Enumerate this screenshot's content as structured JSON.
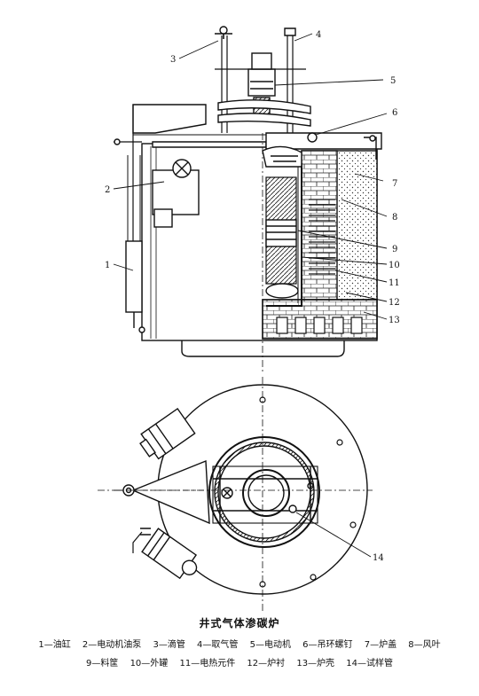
{
  "callouts": [
    "1",
    "2",
    "3",
    "4",
    "5",
    "6",
    "7",
    "8",
    "9",
    "10",
    "11",
    "12",
    "13",
    "14"
  ],
  "title": "井式气体渗碳炉",
  "legend_row1": [
    "1—油缸",
    "2—电动机油泵",
    "3—滴管",
    "4—取气管",
    "5—电动机",
    "6—吊环螺钉",
    "7—炉盖",
    "8—风叶"
  ],
  "legend_row2": [
    "9—料筐",
    "10—外罐",
    "11—电热元件",
    "12—炉衬",
    "13—炉壳",
    "14—试样管"
  ]
}
